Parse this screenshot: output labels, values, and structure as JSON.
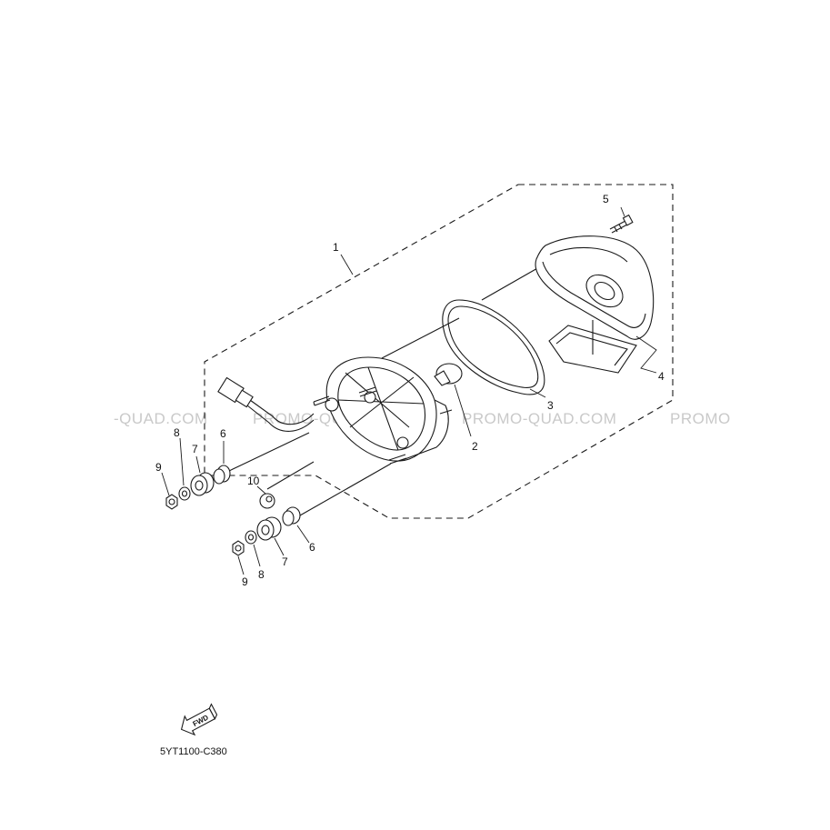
{
  "watermark": {
    "segments": [
      "-QUAD.COM",
      "PROMO-QUAD.COM",
      "PROMO-QUAD.COM",
      "PROMO"
    ]
  },
  "callouts": {
    "c1": "1",
    "c2": "2",
    "c3": "3",
    "c4": "4",
    "c5": "5",
    "c6a": "6",
    "c6b": "6",
    "c7a": "7",
    "c7b": "7",
    "c8a": "8",
    "c8b": "8",
    "c9a": "9",
    "c9b": "9",
    "c10": "10"
  },
  "fwd_label": "FWD",
  "diagram_code": "5YT1100-C380"
}
